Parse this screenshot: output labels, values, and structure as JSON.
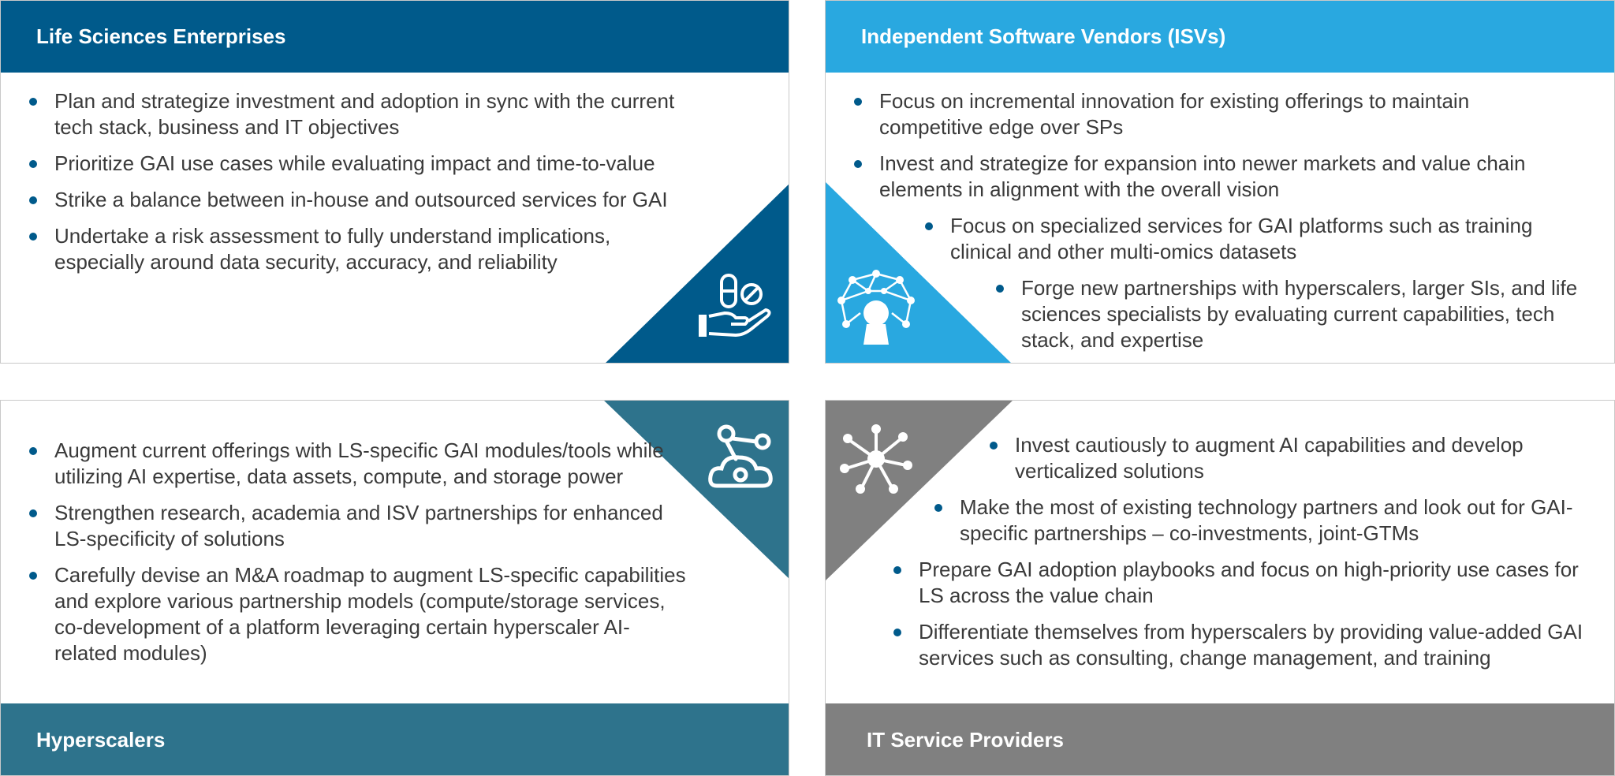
{
  "quadrants": {
    "life_sciences": {
      "title": "Life Sciences Enterprises",
      "color": "#005a8b",
      "icon": "hand-pills-icon",
      "bullets": [
        "Plan and strategize investment and adoption in sync with the current tech stack, business and IT objectives",
        "Prioritize GAI use cases while evaluating impact and time-to-value",
        "Strike a balance between in-house and outsourced services for GAI",
        "Undertake a risk assessment to fully understand implications, especially around data security, accuracy, and reliability"
      ]
    },
    "isv": {
      "title": "Independent Software Vendors (ISVs)",
      "color": "#29a8e0",
      "icon": "network-brain-icon",
      "bullets": [
        "Focus on incremental innovation for existing offerings to maintain competitive edge over SPs",
        "Invest and strategize for expansion into newer markets and value chain elements in alignment with the overall vision",
        "Focus on specialized services for GAI platforms such as training clinical and other multi-omics datasets",
        "Forge new partnerships with hyperscalers, larger SIs, and life sciences specialists by evaluating current capabilities, tech stack, and expertise"
      ]
    },
    "hyperscalers": {
      "title": "Hyperscalers",
      "color": "#2e738c",
      "icon": "cloud-network-icon",
      "bullets": [
        "Augment current offerings with LS-specific GAI modules/tools while utilizing AI expertise, data assets, compute, and storage power",
        "Strengthen research, academia and ISV partnerships for enhanced LS-specificity of solutions",
        "Carefully devise an M&A roadmap to augment LS-specific capabilities and explore various partnership models (compute/storage services, co-development of a platform leveraging certain hyperscaler AI-related modules)"
      ]
    },
    "it_services": {
      "title": "IT Service Providers",
      "color": "#808080",
      "icon": "hub-nodes-icon",
      "bullets": [
        "Invest cautiously to augment AI capabilities and develop verticalized solutions",
        "Make the most of existing technology partners and look out for GAI-specific partnerships – co-investments, joint-GTMs",
        "Prepare GAI adoption playbooks and focus on high-priority use cases for LS across the value chain",
        "Differentiate themselves from hyperscalers by providing value-added GAI services such as consulting, change management, and training"
      ]
    }
  }
}
